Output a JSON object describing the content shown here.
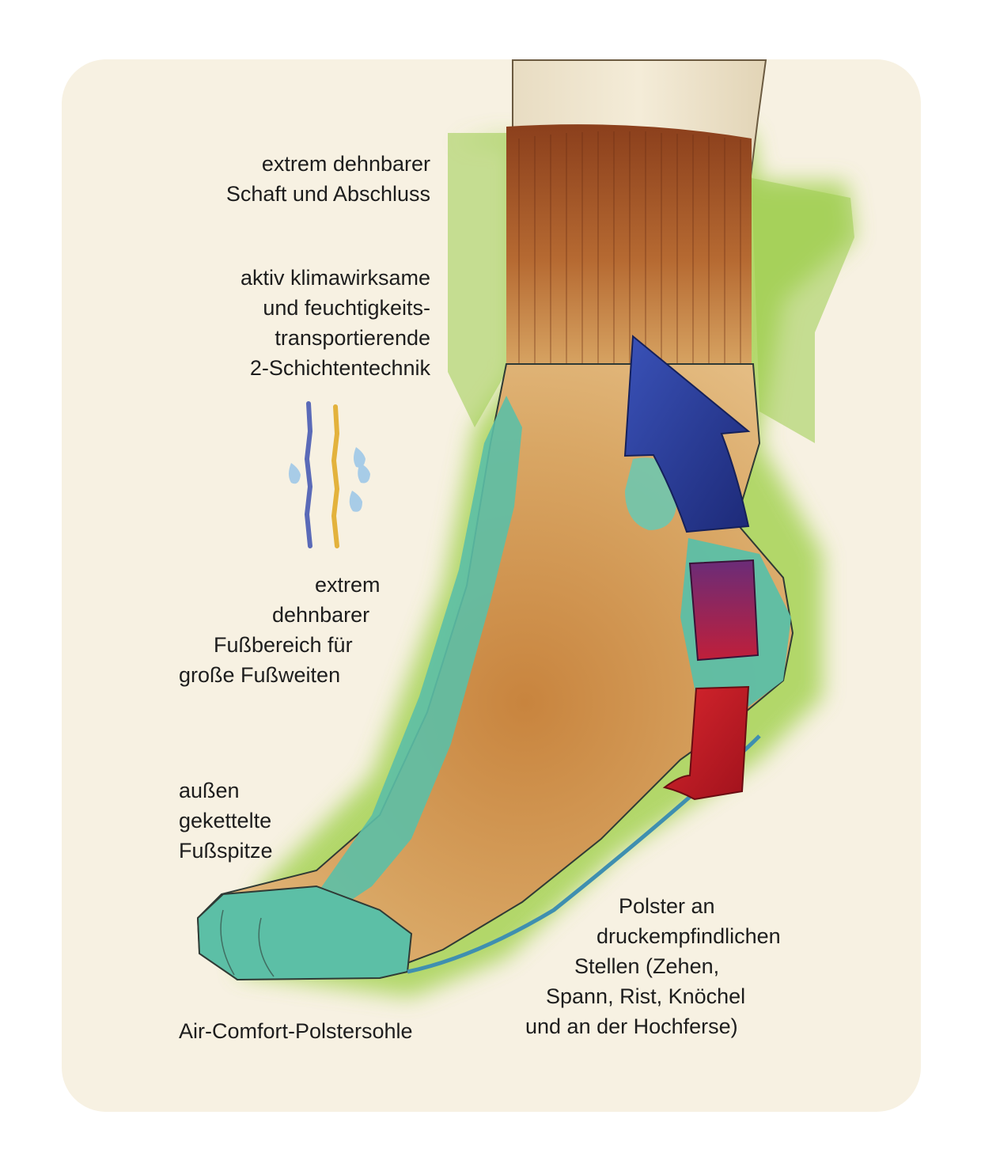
{
  "labels": {
    "shaft": [
      "extrem dehnbarer",
      "Schaft und Abschluss"
    ],
    "climate": [
      "aktiv klimawirksame",
      "und feuchtigkeits-",
      "transportierende",
      "2-Schichtentechnik"
    ],
    "foot_area": [
      "extrem",
      "dehnbarer",
      "Fußbereich für",
      "große Fußweiten"
    ],
    "toe": [
      "außen",
      "gekettelte",
      "Fußspitze"
    ],
    "sole": "Air-Comfort-Polstersohle",
    "padding": [
      "Polster an",
      "druckempfindlichen",
      "Stellen (Zehen,",
      "Spann, Rist, Knöchel",
      "und an der Hochferse)"
    ]
  },
  "colors": {
    "background_panel": "#f7f1e2",
    "green_glow": "#8cc63f",
    "sock_body": "#d9a765",
    "cuff_brown": "#8b3f1c",
    "padding_teal": "#5cbfa6",
    "arrow_blue": "#2a3c9a",
    "arrow_purple": "#7a2a6e",
    "arrow_red": "#c8202a",
    "fiber_blue": "#5a6ab8",
    "fiber_yellow": "#e3b23c",
    "droplet": "#9fc8e8"
  },
  "icons": {
    "layer_fibers": "two-layer-fiber-icon",
    "droplets": "moisture-droplet-icon",
    "arrow": "heel-cushion-arrow-icon"
  }
}
